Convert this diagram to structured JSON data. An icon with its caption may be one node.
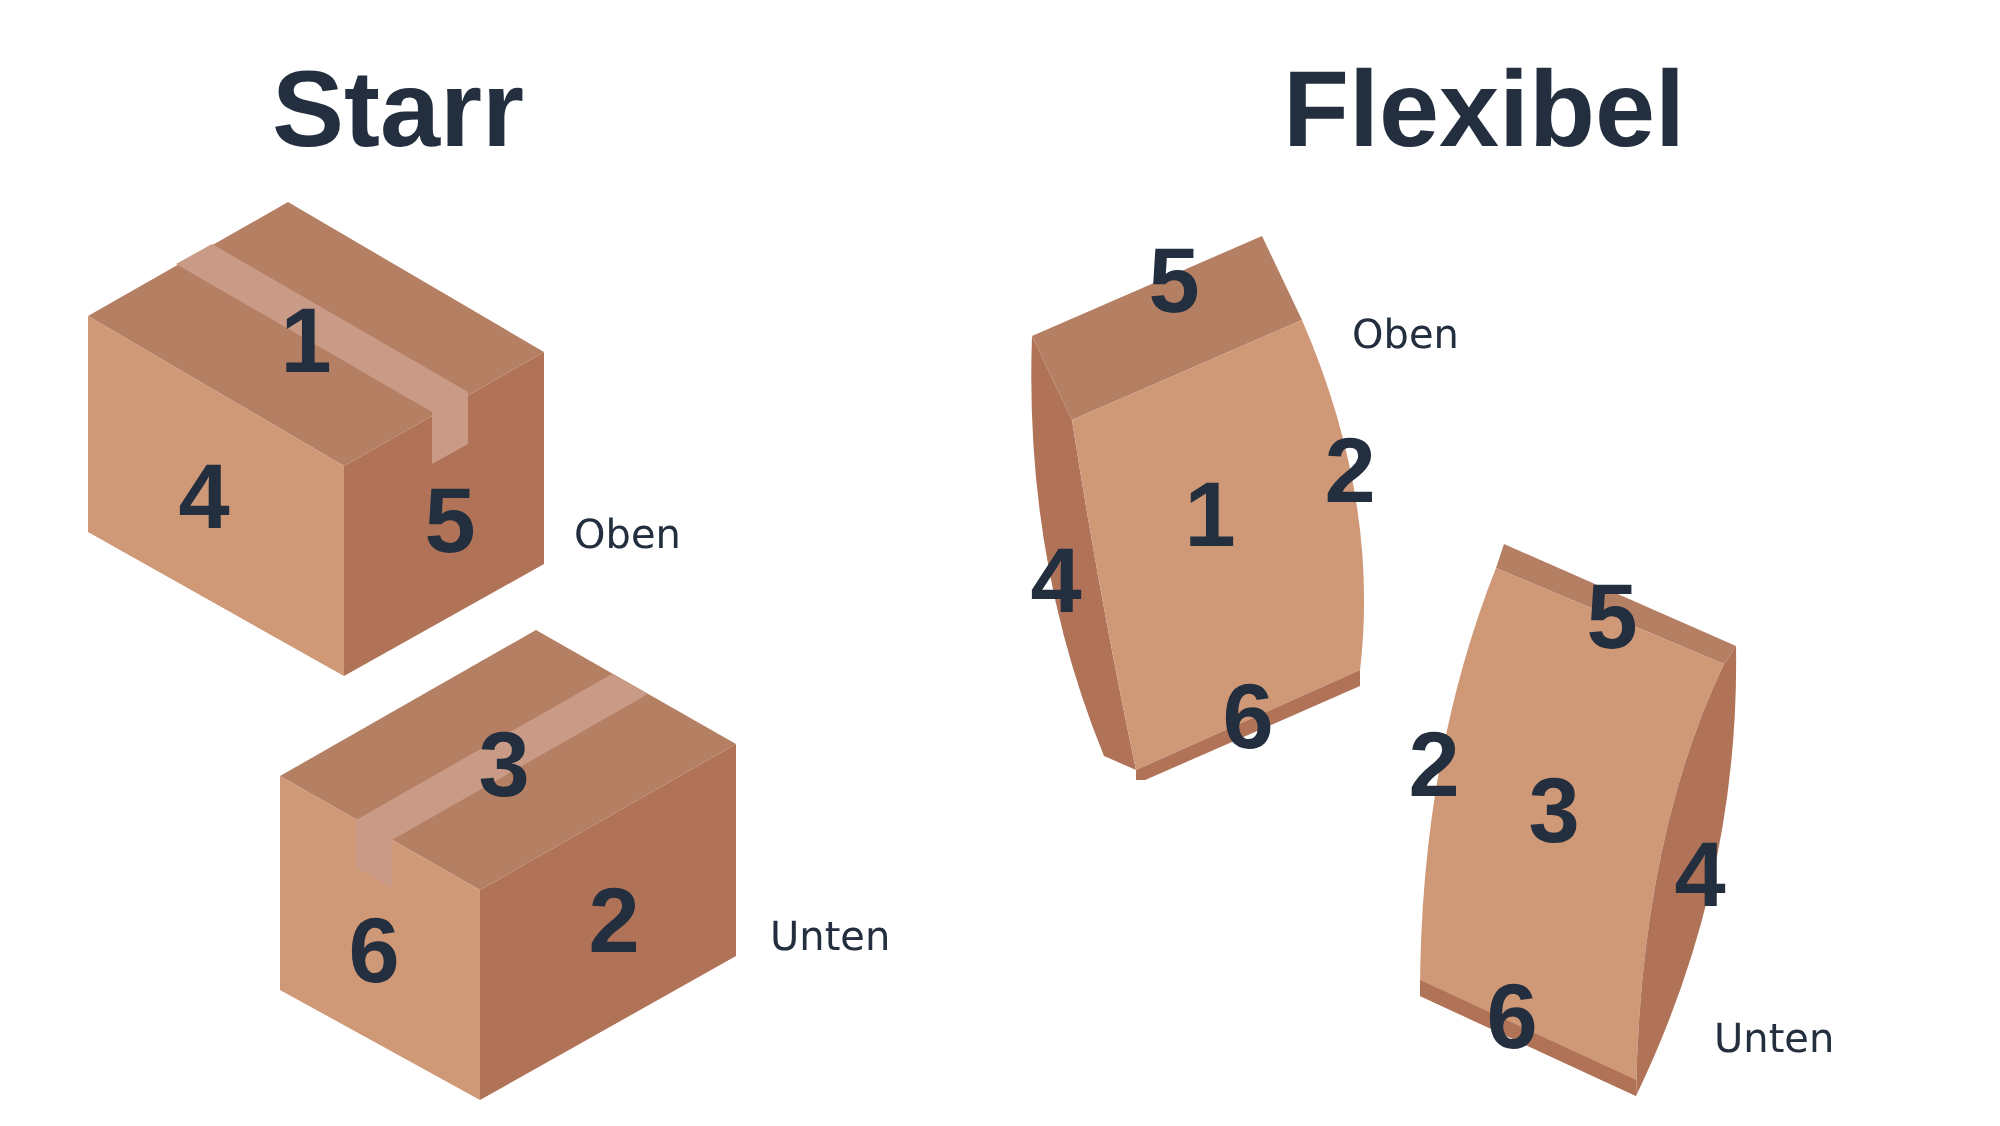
{
  "diagram": {
    "nodes": [
      {
        "text": [
          "1",
          "4",
          "5"
        ],
        "beside": [
          "Oben"
        ]
      },
      {
        "text": [
          "3",
          "6",
          "2"
        ],
        "beside": [
          "Unten"
        ]
      },
      {
        "text": [
          "5",
          "2",
          "1",
          "4",
          "6"
        ],
        "beside": [
          "Oben"
        ]
      },
      {
        "text": [
          "5",
          "2",
          "3",
          "4",
          "6"
        ],
        "beside": [
          "Unten"
        ]
      }
    ],
    "edges": [],
    "labels": [
      "Starr",
      "Flexibel"
    ]
  }
}
